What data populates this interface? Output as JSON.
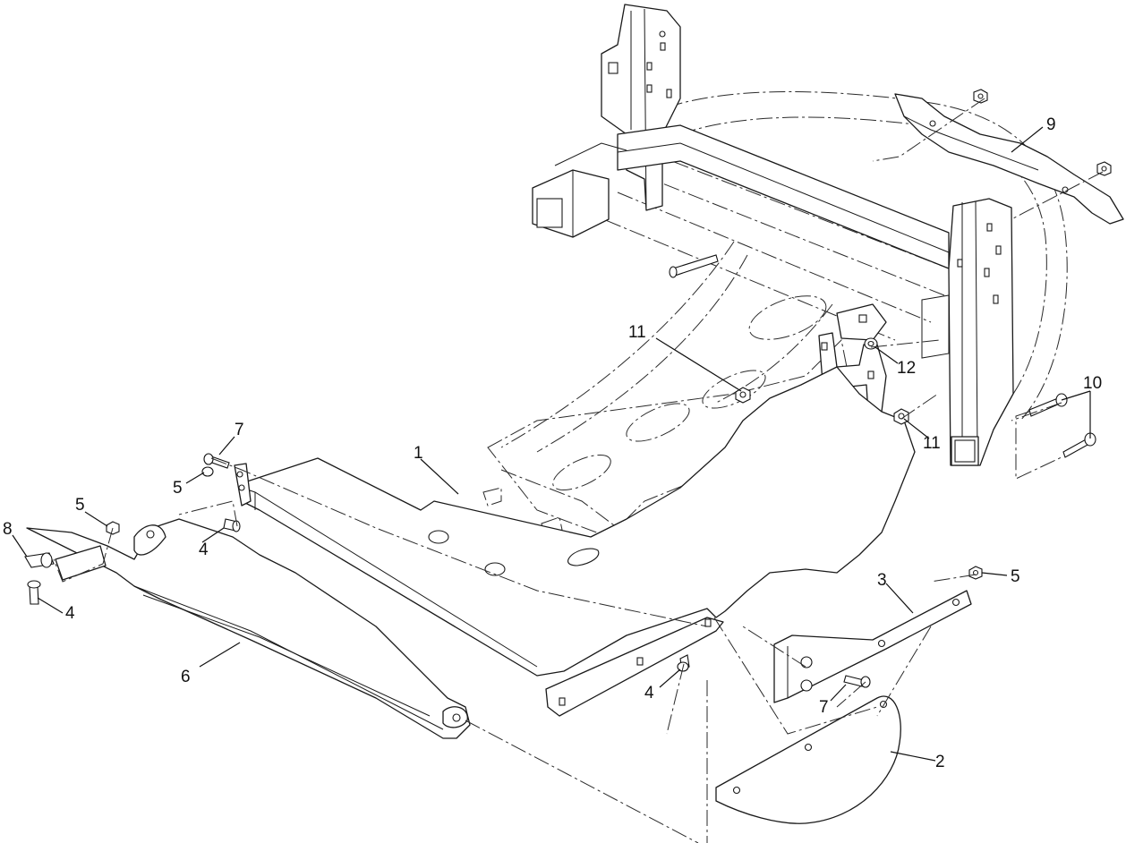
{
  "diagram": {
    "callouts": {
      "c1": "1",
      "c2": "2",
      "c3": "3",
      "c4a": "4",
      "c4b": "4",
      "c4c": "4",
      "c5a": "5",
      "c5b": "5",
      "c5c": "5",
      "c6": "6",
      "c7a": "7",
      "c7b": "7",
      "c8": "8",
      "c9": "9",
      "c10": "10",
      "c11a": "11",
      "c11b": "11",
      "c12": "12"
    }
  }
}
